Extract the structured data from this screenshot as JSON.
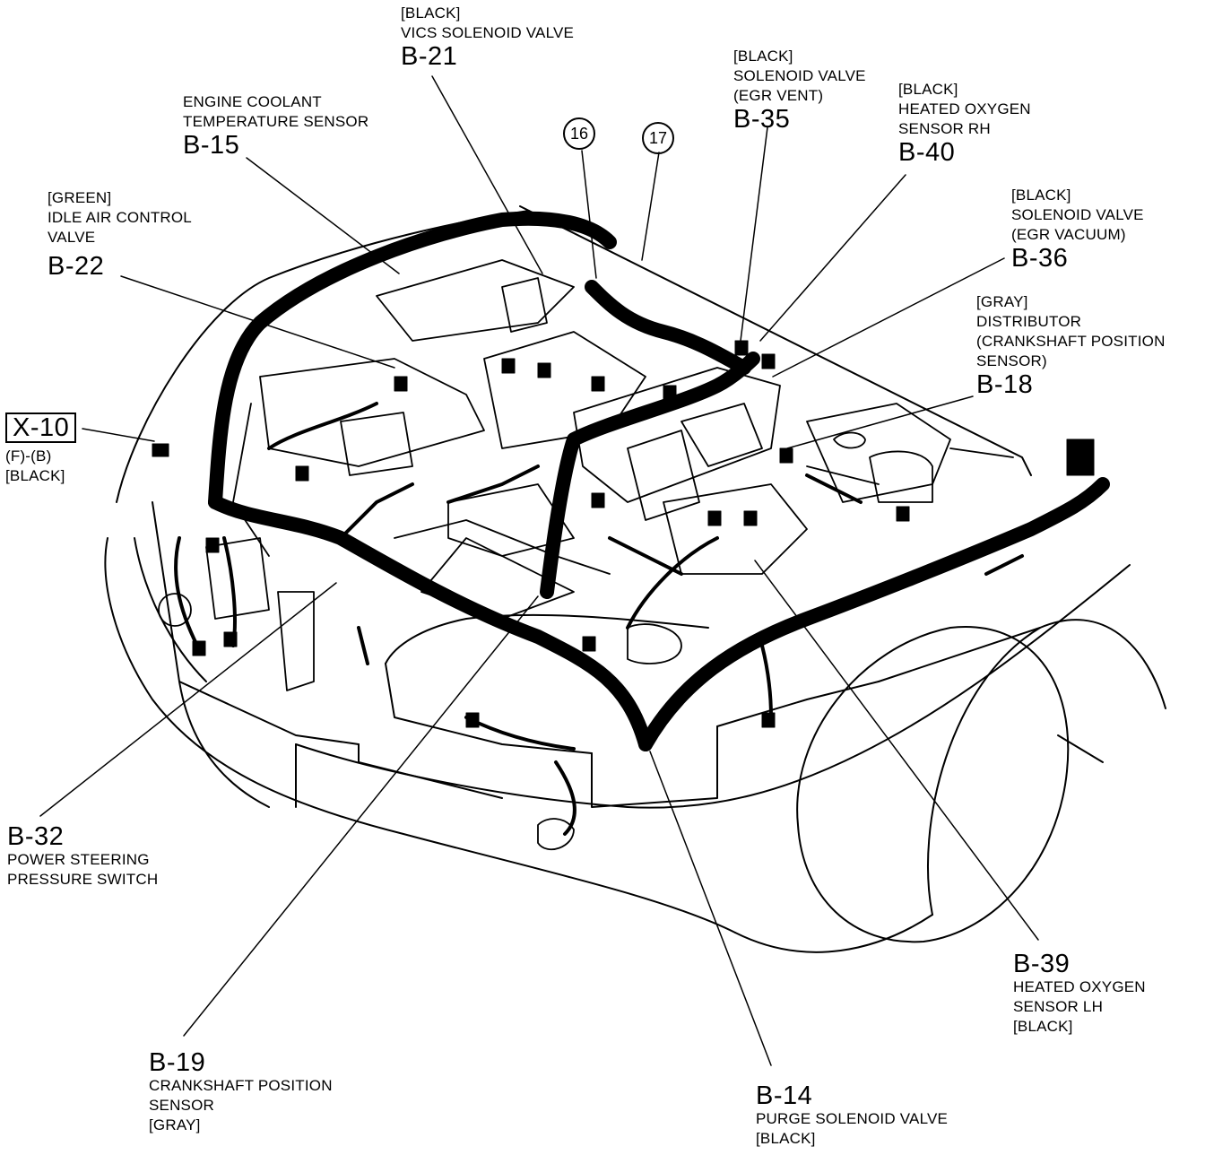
{
  "labels": {
    "b21": {
      "lines": [
        "[BLACK]",
        "VICS SOLENOID VALVE"
      ],
      "code": "B-21"
    },
    "b15": {
      "lines": [
        "ENGINE COOLANT",
        "TEMPERATURE SENSOR"
      ],
      "code": "B-15"
    },
    "b22": {
      "lines": [
        "[GREEN]",
        "IDLE AIR CONTROL",
        "VALVE"
      ],
      "code": "B-22"
    },
    "b35": {
      "lines": [
        "[BLACK]",
        "SOLENOID VALVE",
        "(EGR VENT)"
      ],
      "code": "B-35"
    },
    "b40": {
      "lines": [
        "[BLACK]",
        "HEATED OXYGEN",
        "SENSOR RH"
      ],
      "code": "B-40"
    },
    "b36": {
      "lines": [
        "[BLACK]",
        "SOLENOID VALVE",
        "(EGR VACUUM)"
      ],
      "code": "B-36"
    },
    "b18": {
      "lines": [
        "[GRAY]",
        "DISTRIBUTOR",
        "(CRANKSHAFT POSITION",
        "SENSOR)"
      ],
      "code": "B-18"
    },
    "x10": {
      "code": "X-10",
      "lines": [
        "(F)-(B)",
        "[BLACK]"
      ]
    },
    "b32": {
      "code": "B-32",
      "lines": [
        "POWER STEERING",
        "PRESSURE SWITCH"
      ]
    },
    "b19": {
      "code": "B-19",
      "lines": [
        "CRANKSHAFT POSITION",
        "SENSOR",
        "[GRAY]"
      ]
    },
    "b14": {
      "code": "B-14",
      "lines": [
        "PURGE SOLENOID VALVE",
        "[BLACK]"
      ]
    },
    "b39": {
      "code": "B-39",
      "lines": [
        "HEATED OXYGEN",
        "SENSOR LH",
        "[BLACK]"
      ]
    }
  },
  "markers": {
    "m16": "16",
    "m17": "17"
  }
}
